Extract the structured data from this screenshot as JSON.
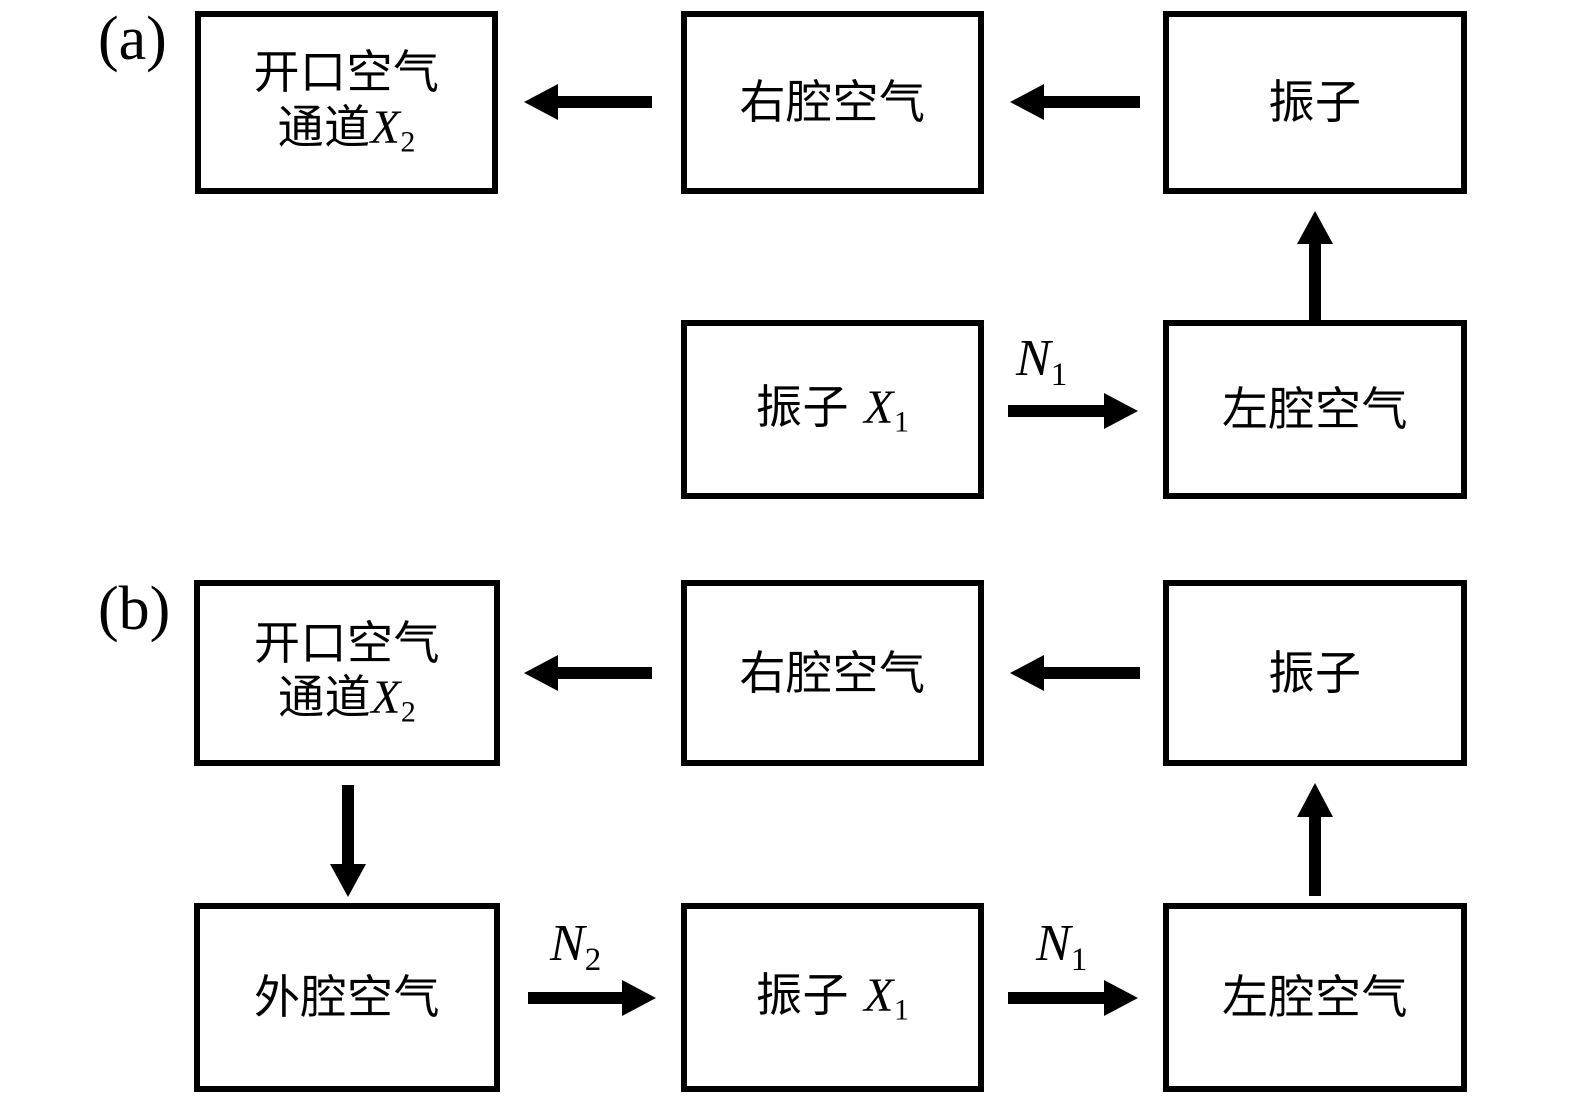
{
  "figure": {
    "background_color": "#ffffff",
    "stroke_color": "#000000",
    "panels": [
      {
        "id": "a",
        "label": "(a)",
        "boxes": [
          {
            "id": "a-open-air-channel",
            "line1": "开口空气",
            "line2_prefix": "通道",
            "var": "X",
            "sub": "2"
          },
          {
            "id": "a-right-cavity-air",
            "text": "右腔空气"
          },
          {
            "id": "a-oscillator",
            "text": "振子"
          },
          {
            "id": "a-oscillator-x1",
            "text_prefix": "振子 ",
            "var": "X",
            "sub": "1"
          },
          {
            "id": "a-left-cavity-air",
            "text": "左腔空气"
          }
        ],
        "arrows": [
          {
            "id": "a-arrow-right-to-open",
            "direction": "left",
            "label": ""
          },
          {
            "id": "a-arrow-osc-to-right",
            "direction": "left",
            "label": ""
          },
          {
            "id": "a-arrow-x1-to-left",
            "direction": "right",
            "label_var": "N",
            "label_sub": "1"
          },
          {
            "id": "a-arrow-left-to-osc",
            "direction": "up",
            "label": ""
          }
        ]
      },
      {
        "id": "b",
        "label": "(b)",
        "boxes": [
          {
            "id": "b-open-air-channel",
            "line1": "开口空气",
            "line2_prefix": "通道",
            "var": "X",
            "sub": "2"
          },
          {
            "id": "b-right-cavity-air",
            "text": "右腔空气"
          },
          {
            "id": "b-oscillator",
            "text": "振子"
          },
          {
            "id": "b-outer-cavity-air",
            "text": "外腔空气"
          },
          {
            "id": "b-oscillator-x1",
            "text_prefix": "振子 ",
            "var": "X",
            "sub": "1"
          },
          {
            "id": "b-left-cavity-air",
            "text": "左腔空气"
          }
        ],
        "arrows": [
          {
            "id": "b-arrow-right-to-open",
            "direction": "left",
            "label": ""
          },
          {
            "id": "b-arrow-osc-to-right",
            "direction": "left",
            "label": ""
          },
          {
            "id": "b-arrow-open-to-outer",
            "direction": "down",
            "label": ""
          },
          {
            "id": "b-arrow-outer-to-x1",
            "direction": "right",
            "label_var": "N",
            "label_sub": "2"
          },
          {
            "id": "b-arrow-x1-to-left",
            "direction": "right",
            "label_var": "N",
            "label_sub": "1"
          },
          {
            "id": "b-arrow-left-to-osc",
            "direction": "up",
            "label": ""
          }
        ]
      }
    ]
  },
  "labels": {
    "panel_a": "(a)",
    "panel_b": "(b)",
    "open_air_line1": "开口空气",
    "open_air_line2": "通道",
    "right_cavity_air": "右腔空气",
    "oscillator": "振子",
    "oscillator_x1_prefix": "振子 ",
    "left_cavity_air": "左腔空气",
    "outer_cavity_air": "外腔空气",
    "var_x": "X",
    "sub_1": "1",
    "sub_2": "2",
    "var_n": "N"
  }
}
